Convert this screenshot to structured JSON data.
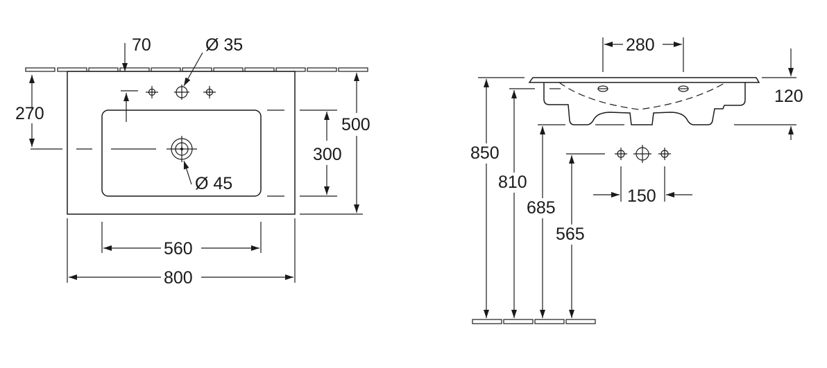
{
  "top_view": {
    "dim_width": "800",
    "dim_bowl_width": "560",
    "dim_depth": "500",
    "dim_bowl_depth": "300",
    "dim_tap_offset": "70",
    "dim_front_270": "270",
    "dim_tap_hole": "Ø 35",
    "dim_drain": "Ø 45"
  },
  "side_view": {
    "dim_280": "280",
    "dim_120": "120",
    "dim_850": "850",
    "dim_810": "810",
    "dim_685": "685",
    "dim_565": "565",
    "dim_150": "150"
  }
}
